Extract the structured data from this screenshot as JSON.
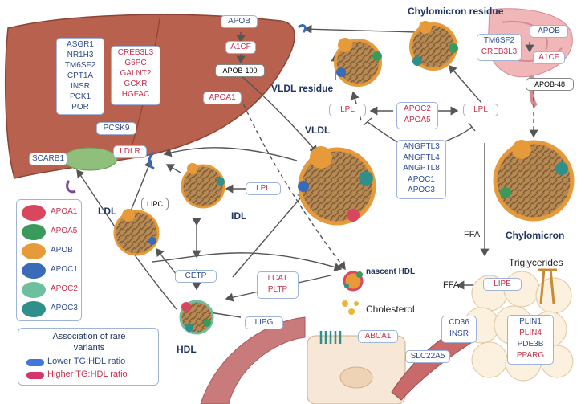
{
  "labels": {
    "apob_liver": "APOB",
    "a1cf_liver": "A1CF",
    "apob100": "APOB-100",
    "apoa1_liver": "APOA1",
    "pcsk9": "PCSK9",
    "ldlr": "LDLR",
    "scarb1": "SCARB1",
    "lipc": "LIPC",
    "lpl_idl": "LPL",
    "lpl_top": "LPL",
    "lpl_right": "LPL",
    "apoc2": "APOC2",
    "apoa5": "APOA5",
    "cetp": "CETP",
    "lcat": "LCAT",
    "pltp": "PLTP",
    "lipg": "LIPG",
    "abca1": "ABCA1",
    "lipe": "LIPE",
    "cd36": "CD36",
    "insr_muscle": "INSR",
    "slc22a5": "SLC22A5",
    "tm6sf2_int": "TM6SF2",
    "creb3l3_int": "CREB3L3",
    "apob_int": "APOB",
    "a1cf_int": "A1CF",
    "apob48": "APOB-48"
  },
  "liver_genes_blue": [
    "ASGR1",
    "NR1H3",
    "TM6SF2",
    "CPT1A",
    "INSR",
    "PCK1",
    "POR"
  ],
  "liver_genes_red": [
    "CREB3L3",
    "G6PC",
    "GALNT2",
    "GCKR",
    "HGFAC"
  ],
  "angptl_genes": [
    "ANGPTL3",
    "ANGPTL4",
    "ANGPTL8",
    "APOC1",
    "APOC3"
  ],
  "adipose_genes": [
    {
      "name": "PLIN1",
      "color": "#2f4d8f"
    },
    {
      "name": "PLIN4",
      "color": "#c4324f"
    },
    {
      "name": "PDE3B",
      "color": "#2f4d8f"
    },
    {
      "name": "PPARG",
      "color": "#c4324f"
    }
  ],
  "particles": {
    "chylomicron_residue": "Chylomicron residue",
    "vldl_residue": "VLDL residue",
    "vldl": "VLDL",
    "chylomicron": "Chylomicron",
    "ldl": "LDL",
    "idl": "IDL",
    "hdl": "HDL",
    "nascent_hdl": "nascent HDL"
  },
  "misc": {
    "ffa_top": "FFA",
    "ffa_left": "FFA",
    "triglycerides": "Triglycerides",
    "cholesterol": "Cholesterol"
  },
  "legend_apos": [
    {
      "name": "APOA1",
      "color": "#d9475f",
      "text_color": "#c4324f"
    },
    {
      "name": "APOA5",
      "color": "#3a9a5c",
      "text_color": "#c4324f"
    },
    {
      "name": "APOB",
      "color": "#e69a3a",
      "text_color": "#2f4d8f"
    },
    {
      "name": "APOC1",
      "color": "#3a6bb8",
      "text_color": "#2f4d8f"
    },
    {
      "name": "APOC2",
      "color": "#6cc0a0",
      "text_color": "#c4324f"
    },
    {
      "name": "APOC3",
      "color": "#2f8f8a",
      "text_color": "#2f4d8f"
    }
  ],
  "assoc_legend": {
    "title_line1": "Association of rare",
    "title_line2": "variants",
    "lower": "Lower TG:HDL ratio",
    "higher": "Higher TG:HDL ratio",
    "lower_color": "#3f78d8",
    "higher_color": "#d4356a"
  }
}
